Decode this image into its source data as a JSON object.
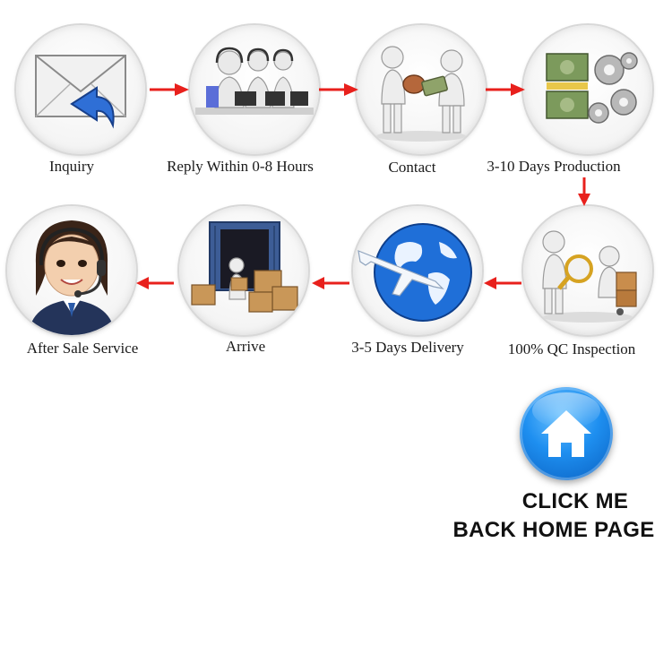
{
  "steps": [
    {
      "label": "Inquiry",
      "icon": "envelope-reply-icon"
    },
    {
      "label": "Reply Within 0-8 Hours",
      "icon": "call-center-agents-icon"
    },
    {
      "label": "Contact",
      "icon": "handshake-figures-icon"
    },
    {
      "label": "3-10 Days Production",
      "icon": "money-gears-icon"
    },
    {
      "label": "100% QC Inspection",
      "icon": "magnifier-inspection-icon"
    },
    {
      "label": "3-5 Days Delivery",
      "icon": "globe-airplane-icon"
    },
    {
      "label": "Arrive",
      "icon": "container-boxes-icon"
    },
    {
      "label": "After Sale Service",
      "icon": "support-agent-icon"
    }
  ],
  "home": {
    "line1": "CLICK ME",
    "line2": "BACK HOME PAGE",
    "icon": "home-icon"
  },
  "colors": {
    "arrow": "#e8201c",
    "home_blue": "#1e8ff0"
  }
}
